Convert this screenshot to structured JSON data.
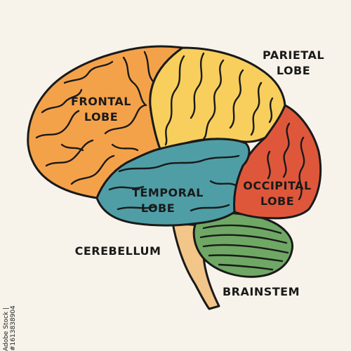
{
  "labels": {
    "frontal": [
      "FRONTAL",
      "LOBE"
    ],
    "parietal": [
      "PARIETAL",
      "LOBE"
    ],
    "temporal": [
      "TEMPORAL",
      "LOBE"
    ],
    "occipital": [
      "OCCIPITAL",
      "LOBE"
    ],
    "cerebellum": "CEREBELLUM",
    "brainstem": "BRAINSTEM"
  },
  "stock_id": "Adobe Stock | #1613838904",
  "colors": {
    "background": "#f7f3ea",
    "frontal": "#f4a24a",
    "parietal": "#f8cf5c",
    "temporal": "#4f9ea6",
    "occipital": "#df573b",
    "cerebellum": "#6fa865",
    "brainstem": "#f2c588",
    "outline": "#1a1a1a"
  }
}
